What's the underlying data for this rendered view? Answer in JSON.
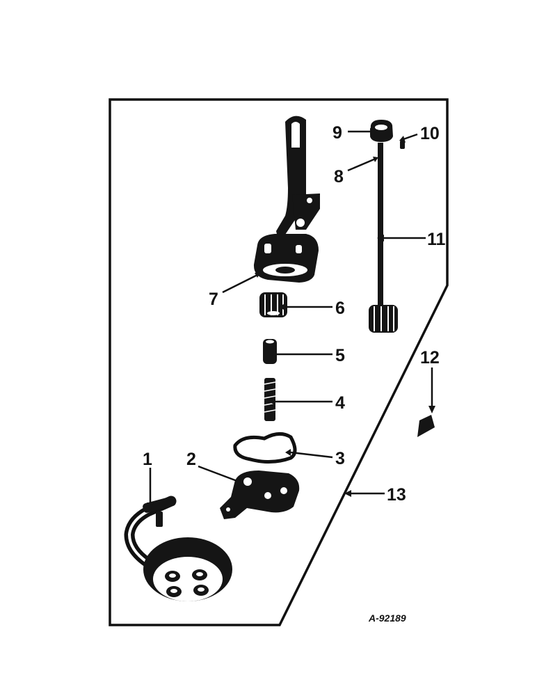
{
  "callouts": {
    "c1": "1",
    "c2": "2",
    "c3": "3",
    "c4": "4",
    "c5": "5",
    "c6": "6",
    "c7": "7",
    "c8": "8",
    "c9": "9",
    "c10": "10",
    "c11": "11",
    "c12": "12",
    "c13": "13"
  },
  "reference_number": "A-92189"
}
